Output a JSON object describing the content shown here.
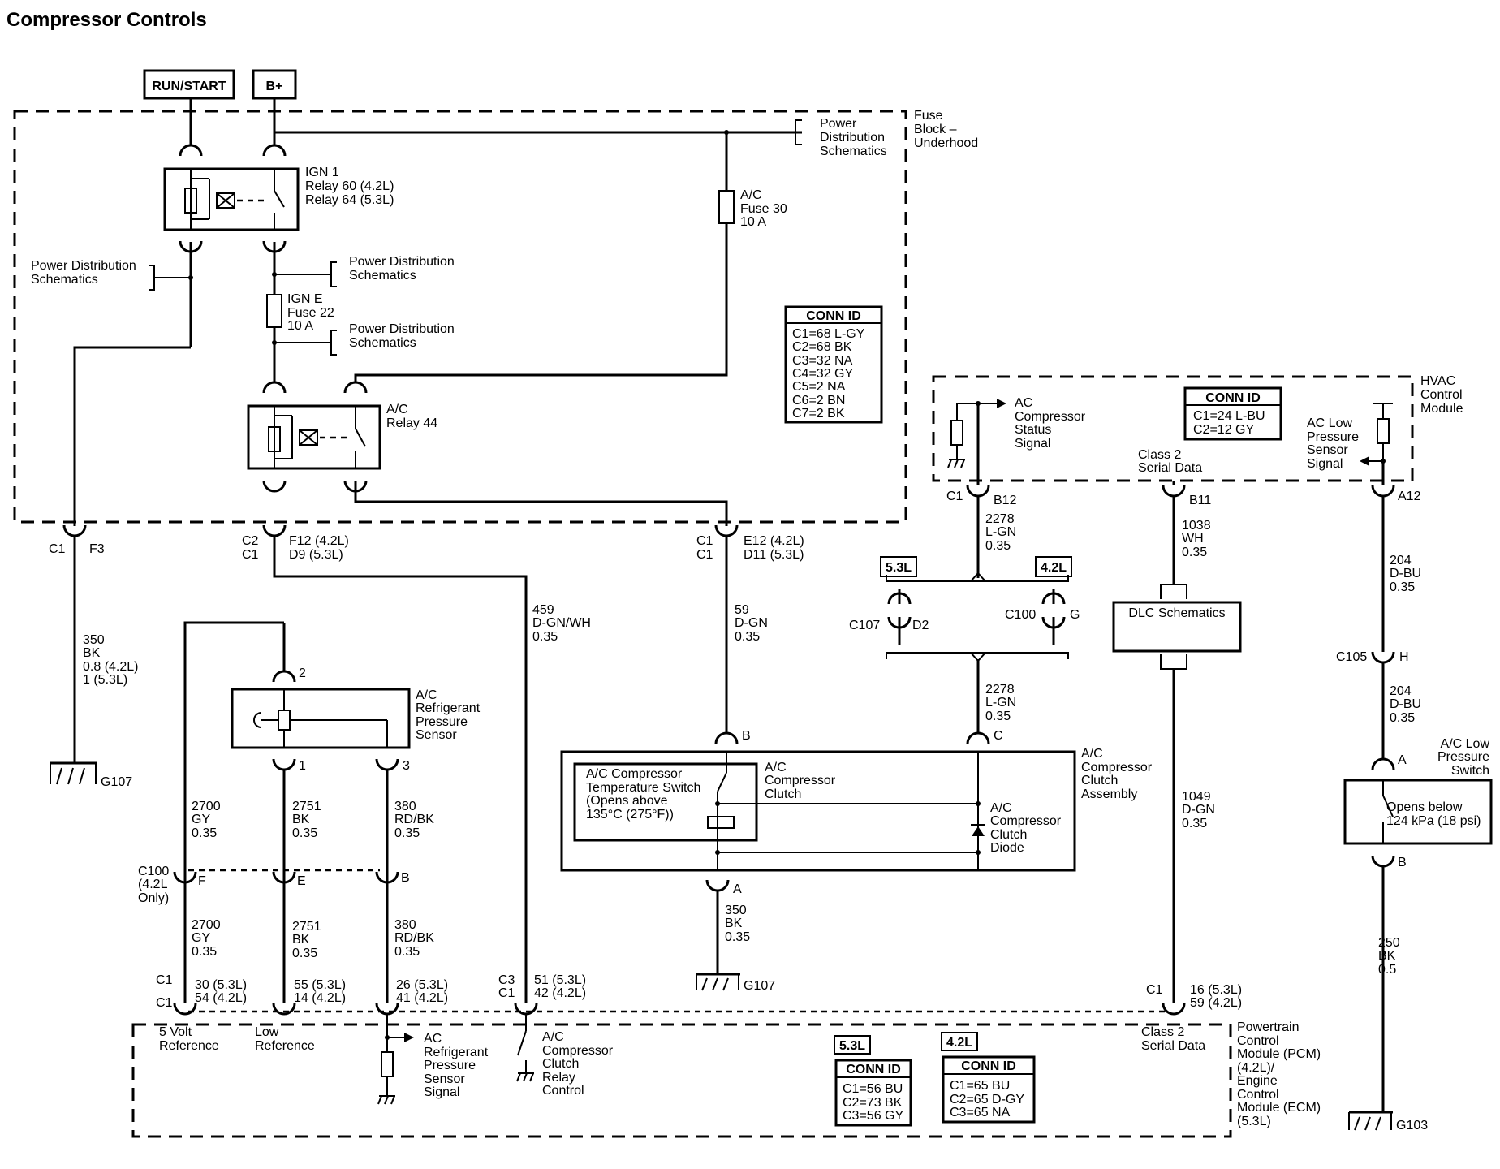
{
  "title": "Compressor Controls",
  "power": {
    "run_start": "RUN/START",
    "bplus": "B+"
  },
  "fuse_block": [
    "Fuse",
    "Block –",
    "Underhood"
  ],
  "pds": {
    "top_right": [
      "Power",
      "Distribution",
      "Schematics"
    ],
    "left": [
      "Power Distribution",
      "Schematics"
    ],
    "mid1": [
      "Power Distribution",
      "Schematics"
    ],
    "mid2": [
      "Power Distribution",
      "Schematics"
    ]
  },
  "ign1_relay": [
    "IGN 1",
    "Relay 60 (4.2L)",
    "Relay 64 (5.3L)"
  ],
  "ac_fuse": [
    "A/C",
    "Fuse 30",
    "10 A"
  ],
  "igne_fuse": [
    "IGN E",
    "Fuse 22",
    "10 A"
  ],
  "ac_relay": [
    "A/C",
    "Relay 44"
  ],
  "conn_fuse_block": {
    "header": "CONN ID",
    "rows": [
      "C1=68 L-GY",
      "C2=68 BK",
      "C3=32 NA",
      "C4=32 GY",
      "C5=2 NA",
      "C6=2 BN",
      "C7=2 BK"
    ]
  },
  "hvac": {
    "label": [
      "HVAC",
      "Control",
      "Module"
    ],
    "conn": {
      "header": "CONN ID",
      "rows": [
        "C1=24 L-BU",
        "C2=12 GY"
      ]
    },
    "status_signal": [
      "AC",
      "Compressor",
      "Status",
      "Signal"
    ],
    "class2": [
      "Class 2",
      "Serial Data"
    ],
    "low_pressure": [
      "AC Low",
      "Pressure",
      "Sensor",
      "Signal"
    ]
  },
  "connectors": {
    "c1_f3": [
      "C1",
      "F3"
    ],
    "c2c1": [
      "C2",
      "C1"
    ],
    "f12_d9": [
      "F12 (4.2L)",
      "D9 (5.3L)"
    ],
    "c1c1": [
      "C1",
      "C1"
    ],
    "e12_d11": [
      "E12 (4.2L)",
      "D11 (5.3L)"
    ],
    "b12": [
      "C1",
      "B12"
    ],
    "b11": "B11",
    "a12": "A12",
    "c107_d2": [
      "C107",
      "D2"
    ],
    "c100_g": [
      "C100",
      "G"
    ],
    "c105_h": [
      "C105",
      "H"
    ],
    "pin_b_clutch": "B",
    "pin_c_clutch": "C",
    "pin_a_clutch": "A",
    "pin_a_lps": "A",
    "pin_b_lps": "B",
    "sensor_pins": [
      "2",
      "1",
      "3"
    ],
    "c100_row": [
      "C100",
      "(4.2L",
      "Only)",
      "F",
      "E",
      "B"
    ]
  },
  "wires": {
    "w350_f3": [
      "350",
      "BK",
      "0.8 (4.2L)",
      "1 (5.3L)"
    ],
    "w459": [
      "459",
      "D-GN/WH",
      "0.35"
    ],
    "w59": [
      "59",
      "D-GN",
      "0.35"
    ],
    "w2278a": [
      "2278",
      "L-GN",
      "0.35"
    ],
    "w2278b": [
      "2278",
      "L-GN",
      "0.35"
    ],
    "w1038": [
      "1038",
      "WH",
      "0.35"
    ],
    "w204a": [
      "204",
      "D-BU",
      "0.35"
    ],
    "w204b": [
      "204",
      "D-BU",
      "0.35"
    ],
    "w1049": [
      "1049",
      "D-GN",
      "0.35"
    ],
    "w250": [
      "250",
      "BK",
      "0.5"
    ],
    "w350_clutch": [
      "350",
      "BK",
      "0.35"
    ],
    "w2700a": [
      "2700",
      "GY",
      "0.35"
    ],
    "w2751a": [
      "2751",
      "BK",
      "0.35"
    ],
    "w380a": [
      "380",
      "RD/BK",
      "0.35"
    ],
    "w2700b": [
      "2700",
      "GY",
      "0.35"
    ],
    "w2751b": [
      "2751",
      "BK",
      "0.35"
    ],
    "w380b": [
      "380",
      "RD/BK",
      "0.35"
    ]
  },
  "engines": {
    "e53": "5.3L",
    "e42": "4.2L"
  },
  "dlc": "DLC Schematics",
  "grounds": {
    "g107a": "G107",
    "g107b": "G107",
    "g103": "G103"
  },
  "refrig_sensor": [
    "A/C",
    "Refrigerant",
    "Pressure",
    "Sensor"
  ],
  "clutch_assembly": [
    "A/C",
    "Compressor",
    "Clutch",
    "Assembly"
  ],
  "temp_switch": [
    "A/C Compressor",
    "Temperature Switch",
    "(Opens above",
    "135°C (275°F))"
  ],
  "compressor_clutch": [
    "A/C",
    "Compressor",
    "Clutch"
  ],
  "clutch_diode": [
    "A/C",
    "Compressor",
    "Clutch",
    "Diode"
  ],
  "low_pressure_switch": [
    "A/C Low",
    "Pressure",
    "Switch"
  ],
  "lps_opens": [
    "Opens below",
    "124 kPa (18 psi)"
  ],
  "pcm": {
    "label": [
      "Powertrain",
      "Control",
      "Module (PCM)",
      "(4.2L)/",
      "Engine",
      "Control",
      "Module (ECM)",
      "(5.3L)"
    ],
    "pins": {
      "p30": [
        "C1",
        "C1",
        "30 (5.3L)",
        "54 (4.2L)"
      ],
      "p55": [
        "55 (5.3L)",
        "14 (4.2L)"
      ],
      "p26": [
        "26 (5.3L)",
        "41 (4.2L)"
      ],
      "p51": [
        "C3",
        "C1",
        "51 (5.3L)",
        "42 (4.2L)"
      ],
      "p16": [
        "C1",
        "16 (5.3L)",
        "59 (4.2L)"
      ]
    },
    "five_volt": [
      "5 Volt",
      "Reference"
    ],
    "low_ref": [
      "Low",
      "Reference"
    ],
    "refrig_signal": [
      "AC",
      "Refrigerant",
      "Pressure",
      "Sensor",
      "Signal"
    ],
    "clutch_relay_ctrl": [
      "A/C",
      "Compressor",
      "Clutch",
      "Relay",
      "Control"
    ],
    "class2": [
      "Class 2",
      "Serial Data"
    ],
    "conn_53": {
      "header": "CONN ID",
      "rows": [
        "C1=56 BU",
        "C2=73 BK",
        "C3=56 GY"
      ]
    },
    "conn_42": {
      "header": "CONN ID",
      "rows": [
        "C1=65 BU",
        "C2=65 D-GY",
        "C3=65 NA"
      ]
    }
  }
}
